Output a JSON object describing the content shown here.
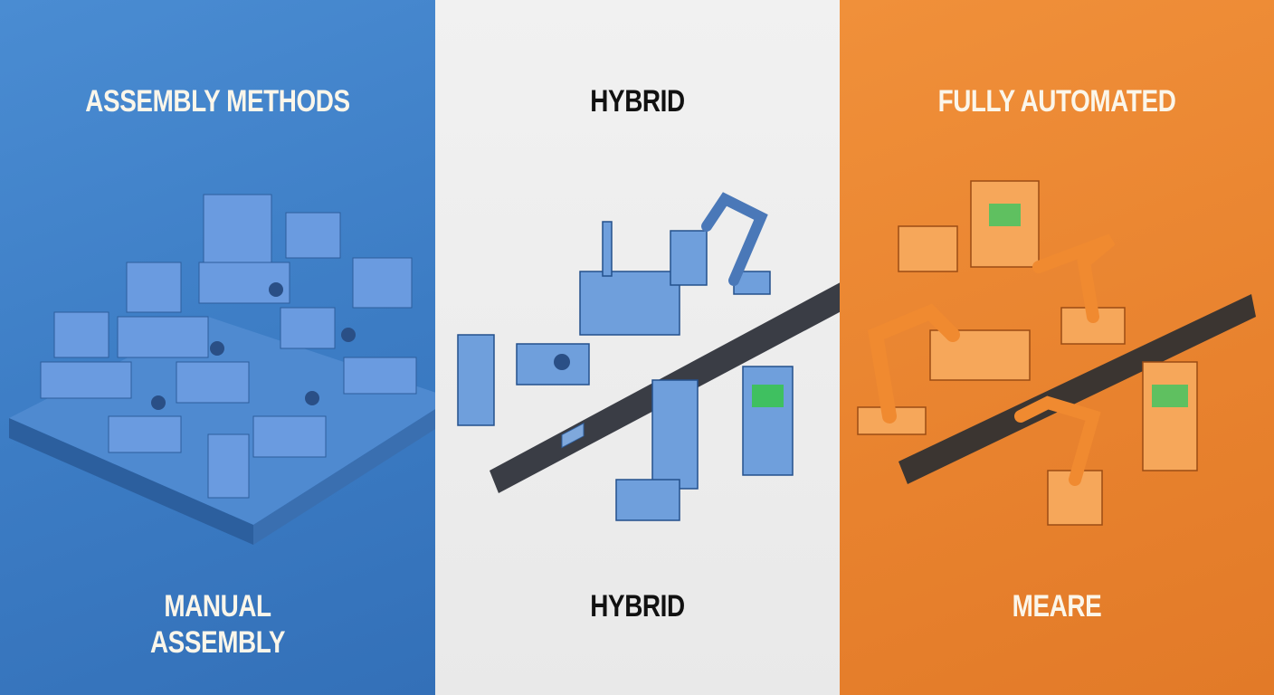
{
  "panels": [
    {
      "id": "manual",
      "title": "ASSEMBLY METHODS",
      "caption_lines": [
        "MANUAL",
        "ASSEMBLY"
      ],
      "color": "#3f7fc4"
    },
    {
      "id": "hybrid",
      "title": "HYBRID",
      "caption_lines": [
        "HYBRID"
      ],
      "color": "#eeeeee"
    },
    {
      "id": "automated",
      "title": "FULLY AUTOMATED",
      "caption_lines": [
        "MEARE"
      ],
      "color": "#e8822e"
    }
  ]
}
